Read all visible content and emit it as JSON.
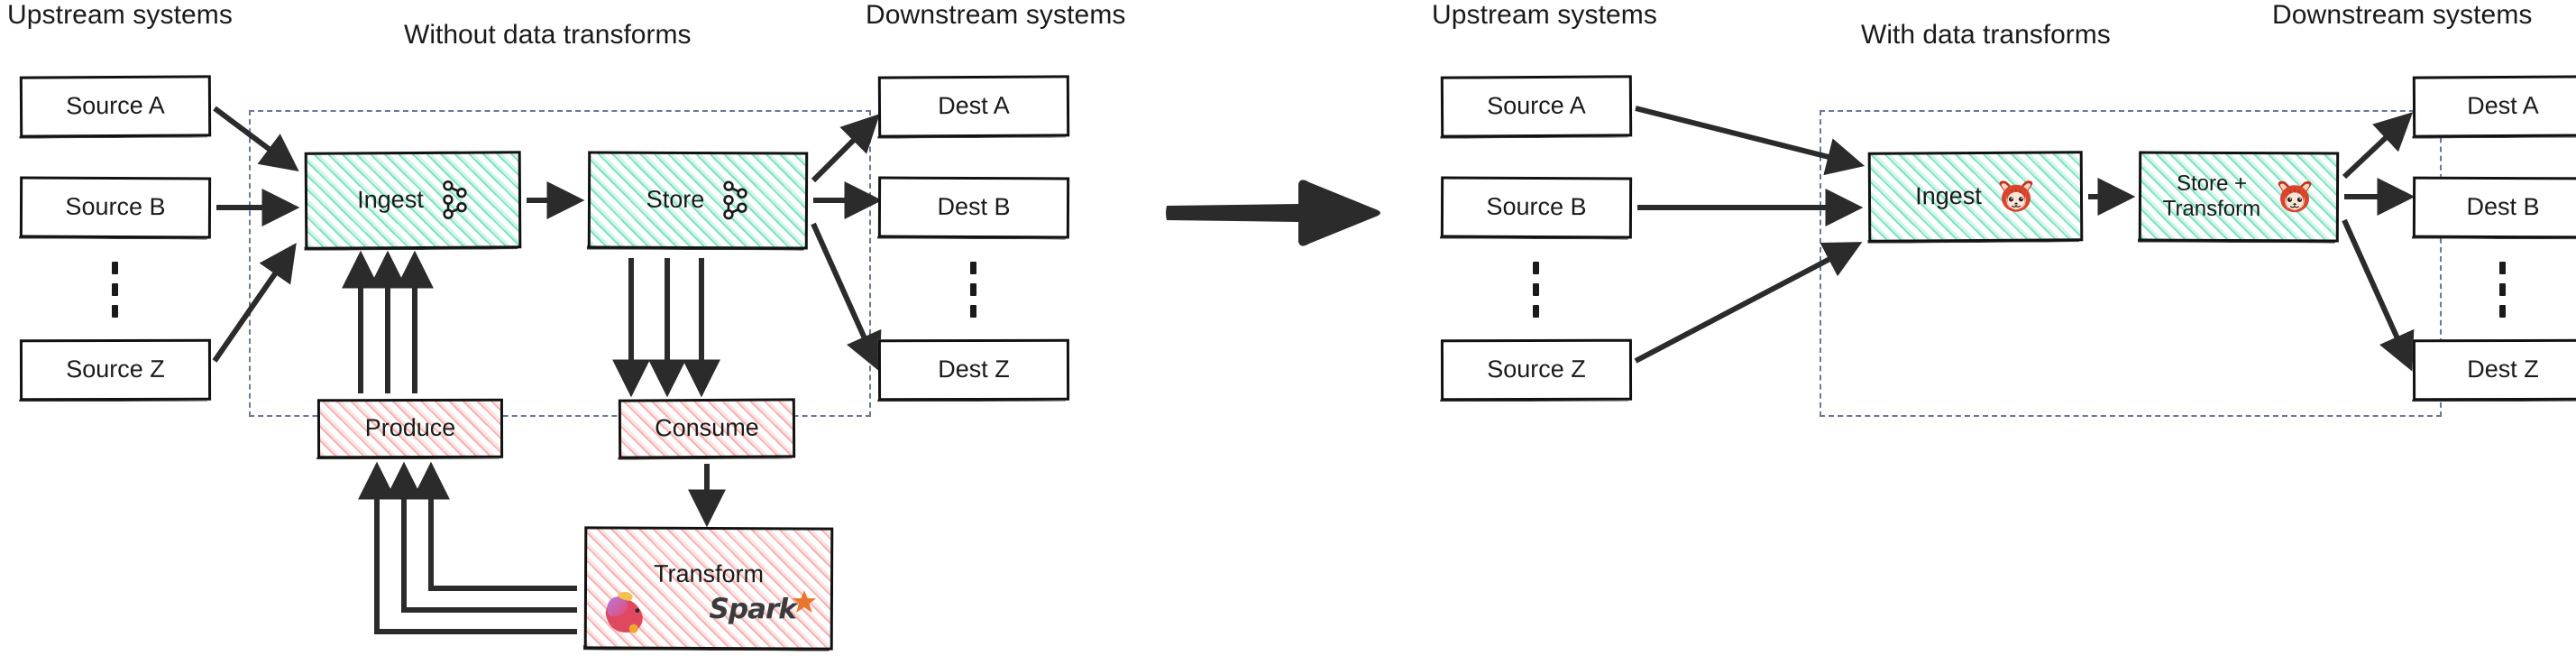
{
  "diagram": {
    "type": "architecture-comparison",
    "colors": {
      "accent_green": "#7fe3c4",
      "accent_red": "#f5b3b3",
      "dashed_boundary": "#6b7896",
      "stroke": "#111111",
      "spark_orange": "#e8762c",
      "redpanda_red": "#d14424"
    }
  },
  "left_panel": {
    "title": "Without data transforms",
    "upstream_label": "Upstream systems",
    "downstream_label": "Downstream systems",
    "sources": [
      {
        "label": "Source A"
      },
      {
        "label": "Source B"
      },
      {
        "label": "Source Z"
      }
    ],
    "source_ellipsis": "vertical-dots",
    "destinations": [
      {
        "label": "Dest A"
      },
      {
        "label": "Dest B"
      },
      {
        "label": "Dest Z"
      }
    ],
    "dest_ellipsis": "vertical-dots",
    "platform_boxes": [
      {
        "label": "Ingest",
        "fill": "green",
        "icon": "kafka-icon"
      },
      {
        "label": "Store",
        "fill": "green",
        "icon": "kafka-icon"
      }
    ],
    "external_boxes": [
      {
        "label": "Produce",
        "fill": "red"
      },
      {
        "label": "Consume",
        "fill": "red"
      },
      {
        "label": "Transform",
        "fill": "red",
        "icons": [
          "flink-icon",
          "spark-icon"
        ]
      }
    ],
    "spark_wordmark": "Spark"
  },
  "right_panel": {
    "title": "With data transforms",
    "upstream_label": "Upstream systems",
    "downstream_label": "Downstream systems",
    "sources": [
      {
        "label": "Source A"
      },
      {
        "label": "Source B"
      },
      {
        "label": "Source Z"
      }
    ],
    "source_ellipsis": "vertical-dots",
    "destinations": [
      {
        "label": "Dest A"
      },
      {
        "label": "Dest B"
      },
      {
        "label": "Dest Z"
      }
    ],
    "dest_ellipsis": "vertical-dots",
    "platform_boxes": [
      {
        "label": "Ingest",
        "fill": "green",
        "icon": "redpanda-icon"
      },
      {
        "label": "Store +\nTransform",
        "fill": "green",
        "icon": "redpanda-icon"
      }
    ]
  },
  "transition": {
    "icon": "right-arrow-icon"
  }
}
